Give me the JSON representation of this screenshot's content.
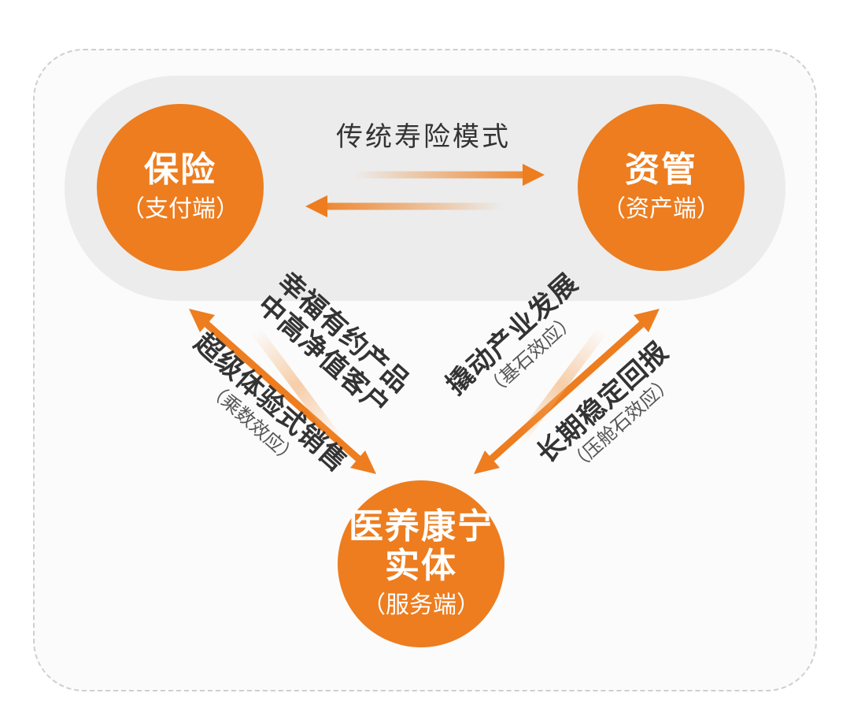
{
  "nodes": {
    "insurance": {
      "title": "保险",
      "subtitle": "（支付端）"
    },
    "asset_mgmt": {
      "title": "资管",
      "subtitle": "（资产端）"
    },
    "service": {
      "title_line1": "医养康宁",
      "title_line2": "实体",
      "subtitle": "（服务端）"
    }
  },
  "labels": {
    "traditional_mode": "传统寿险模式",
    "super_sales": {
      "main": "超级体验式销售",
      "sub": "（乘数效应）"
    },
    "happiness_product": {
      "line1": "幸福有约产品",
      "line2": "中高净值客户"
    },
    "industry_dev": {
      "main": "撬动产业发展",
      "sub": "（基石效应）"
    },
    "long_term_return": {
      "main": "长期稳定回报",
      "sub": "（压舱石效应）"
    }
  },
  "colors": {
    "accent": "#ed7d1f",
    "band": "#ececec",
    "text": "#333333"
  }
}
